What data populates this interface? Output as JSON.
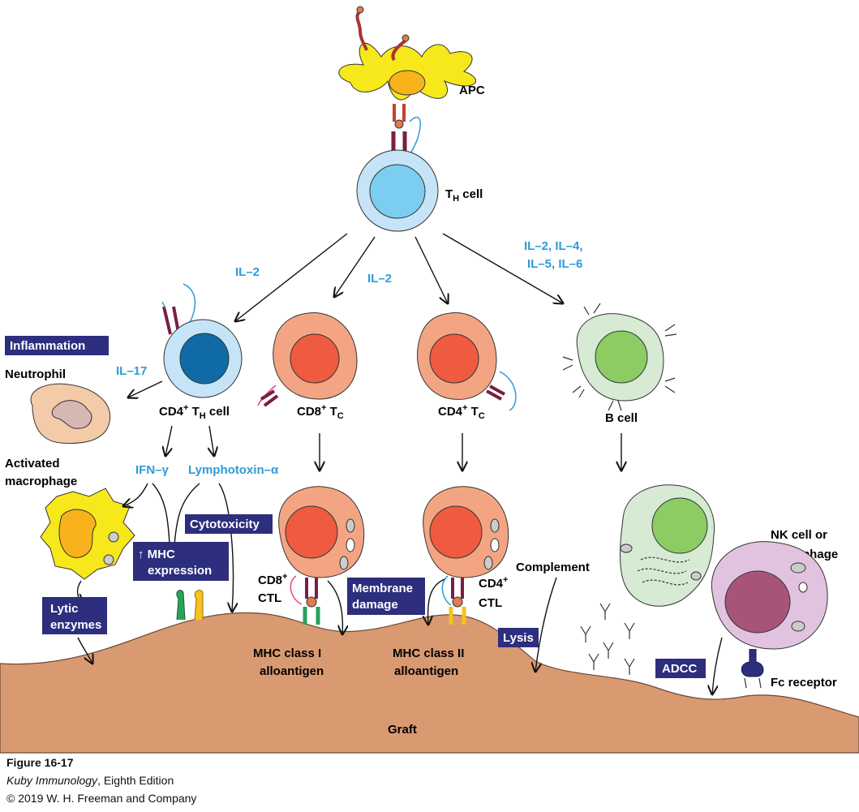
{
  "labels": {
    "apc": "APC",
    "th_cell": "T",
    "th_cell_sub": "H",
    "th_cell_suffix": " cell",
    "cd4_th_cell": "CD4",
    "cd4_th_cell_sup": "+",
    "cd4_th_cell_t": " T",
    "cd4_th_cell_sub": "H",
    "cd4_th_cell_suffix": " cell",
    "cd8_tc": "CD8",
    "cd8_tc_sup": "+",
    "cd8_tc_t": " T",
    "cd8_tc_sub": "C",
    "cd4_tc": "CD4",
    "cd4_tc_sup": "+",
    "cd4_tc_t": " T",
    "cd4_tc_sub": "C",
    "b_cell": "B cell",
    "neutrophil": "Neutrophil",
    "activated_macrophage_1": "Activated",
    "activated_macrophage_2": "macrophage",
    "cd8_ctl_1": "CD8",
    "cd8_ctl_sup": "+",
    "cd8_ctl_2": "CTL",
    "cd4_ctl_1": "CD4",
    "cd4_ctl_sup": "+",
    "cd4_ctl_2": "CTL",
    "mhc1_1": "MHC class I",
    "mhc1_2": "alloantigen",
    "mhc2_1": "MHC class II",
    "mhc2_2": "alloantigen",
    "complement": "Complement",
    "nk_1": "NK cell or",
    "nk_2": "macrophage",
    "fc_receptor": "Fc receptor",
    "graft": "Graft"
  },
  "cytokines": {
    "il2_left": "IL–2",
    "il2_mid": "IL–2",
    "il_group_1": "IL–2, IL–4,",
    "il_group_2": "IL–5, IL–6",
    "il17": "IL–17",
    "ifn": "IFN–γ",
    "lymphotoxin": "Lymphotoxin–α"
  },
  "boxes": {
    "inflammation": "Inflammation",
    "cytotoxicity": "Cytotoxicity",
    "mhc_expression_1": "↑ MHC",
    "mhc_expression_2": "expression",
    "lytic_1": "Lytic",
    "lytic_2": "enzymes",
    "membrane_1": "Membrane",
    "membrane_2": "damage",
    "lysis": "Lysis",
    "adcc": "ADCC"
  },
  "caption": {
    "figure": "Figure 16-17",
    "book": "Kuby Immunology",
    "edition": ", Eighth Edition",
    "copyright": "© 2019 W. H. Freeman and Company"
  },
  "colors": {
    "graft": "#d99a72",
    "box": "#2d2e7d",
    "cytokine": "#2e9bd6",
    "th_outer": "#c6e4f7",
    "th_inner": "#7ccdf2",
    "cd4th_inner": "#0f6aa5",
    "tc_outer": "#f3a583",
    "tc_inner": "#ee5b40",
    "bcell_outer": "#d6ead4",
    "bcell_inner": "#8ccc63",
    "apc": "#f7e81c",
    "nk_outer": "#e2c3df",
    "nk_inner": "#a8547a"
  }
}
